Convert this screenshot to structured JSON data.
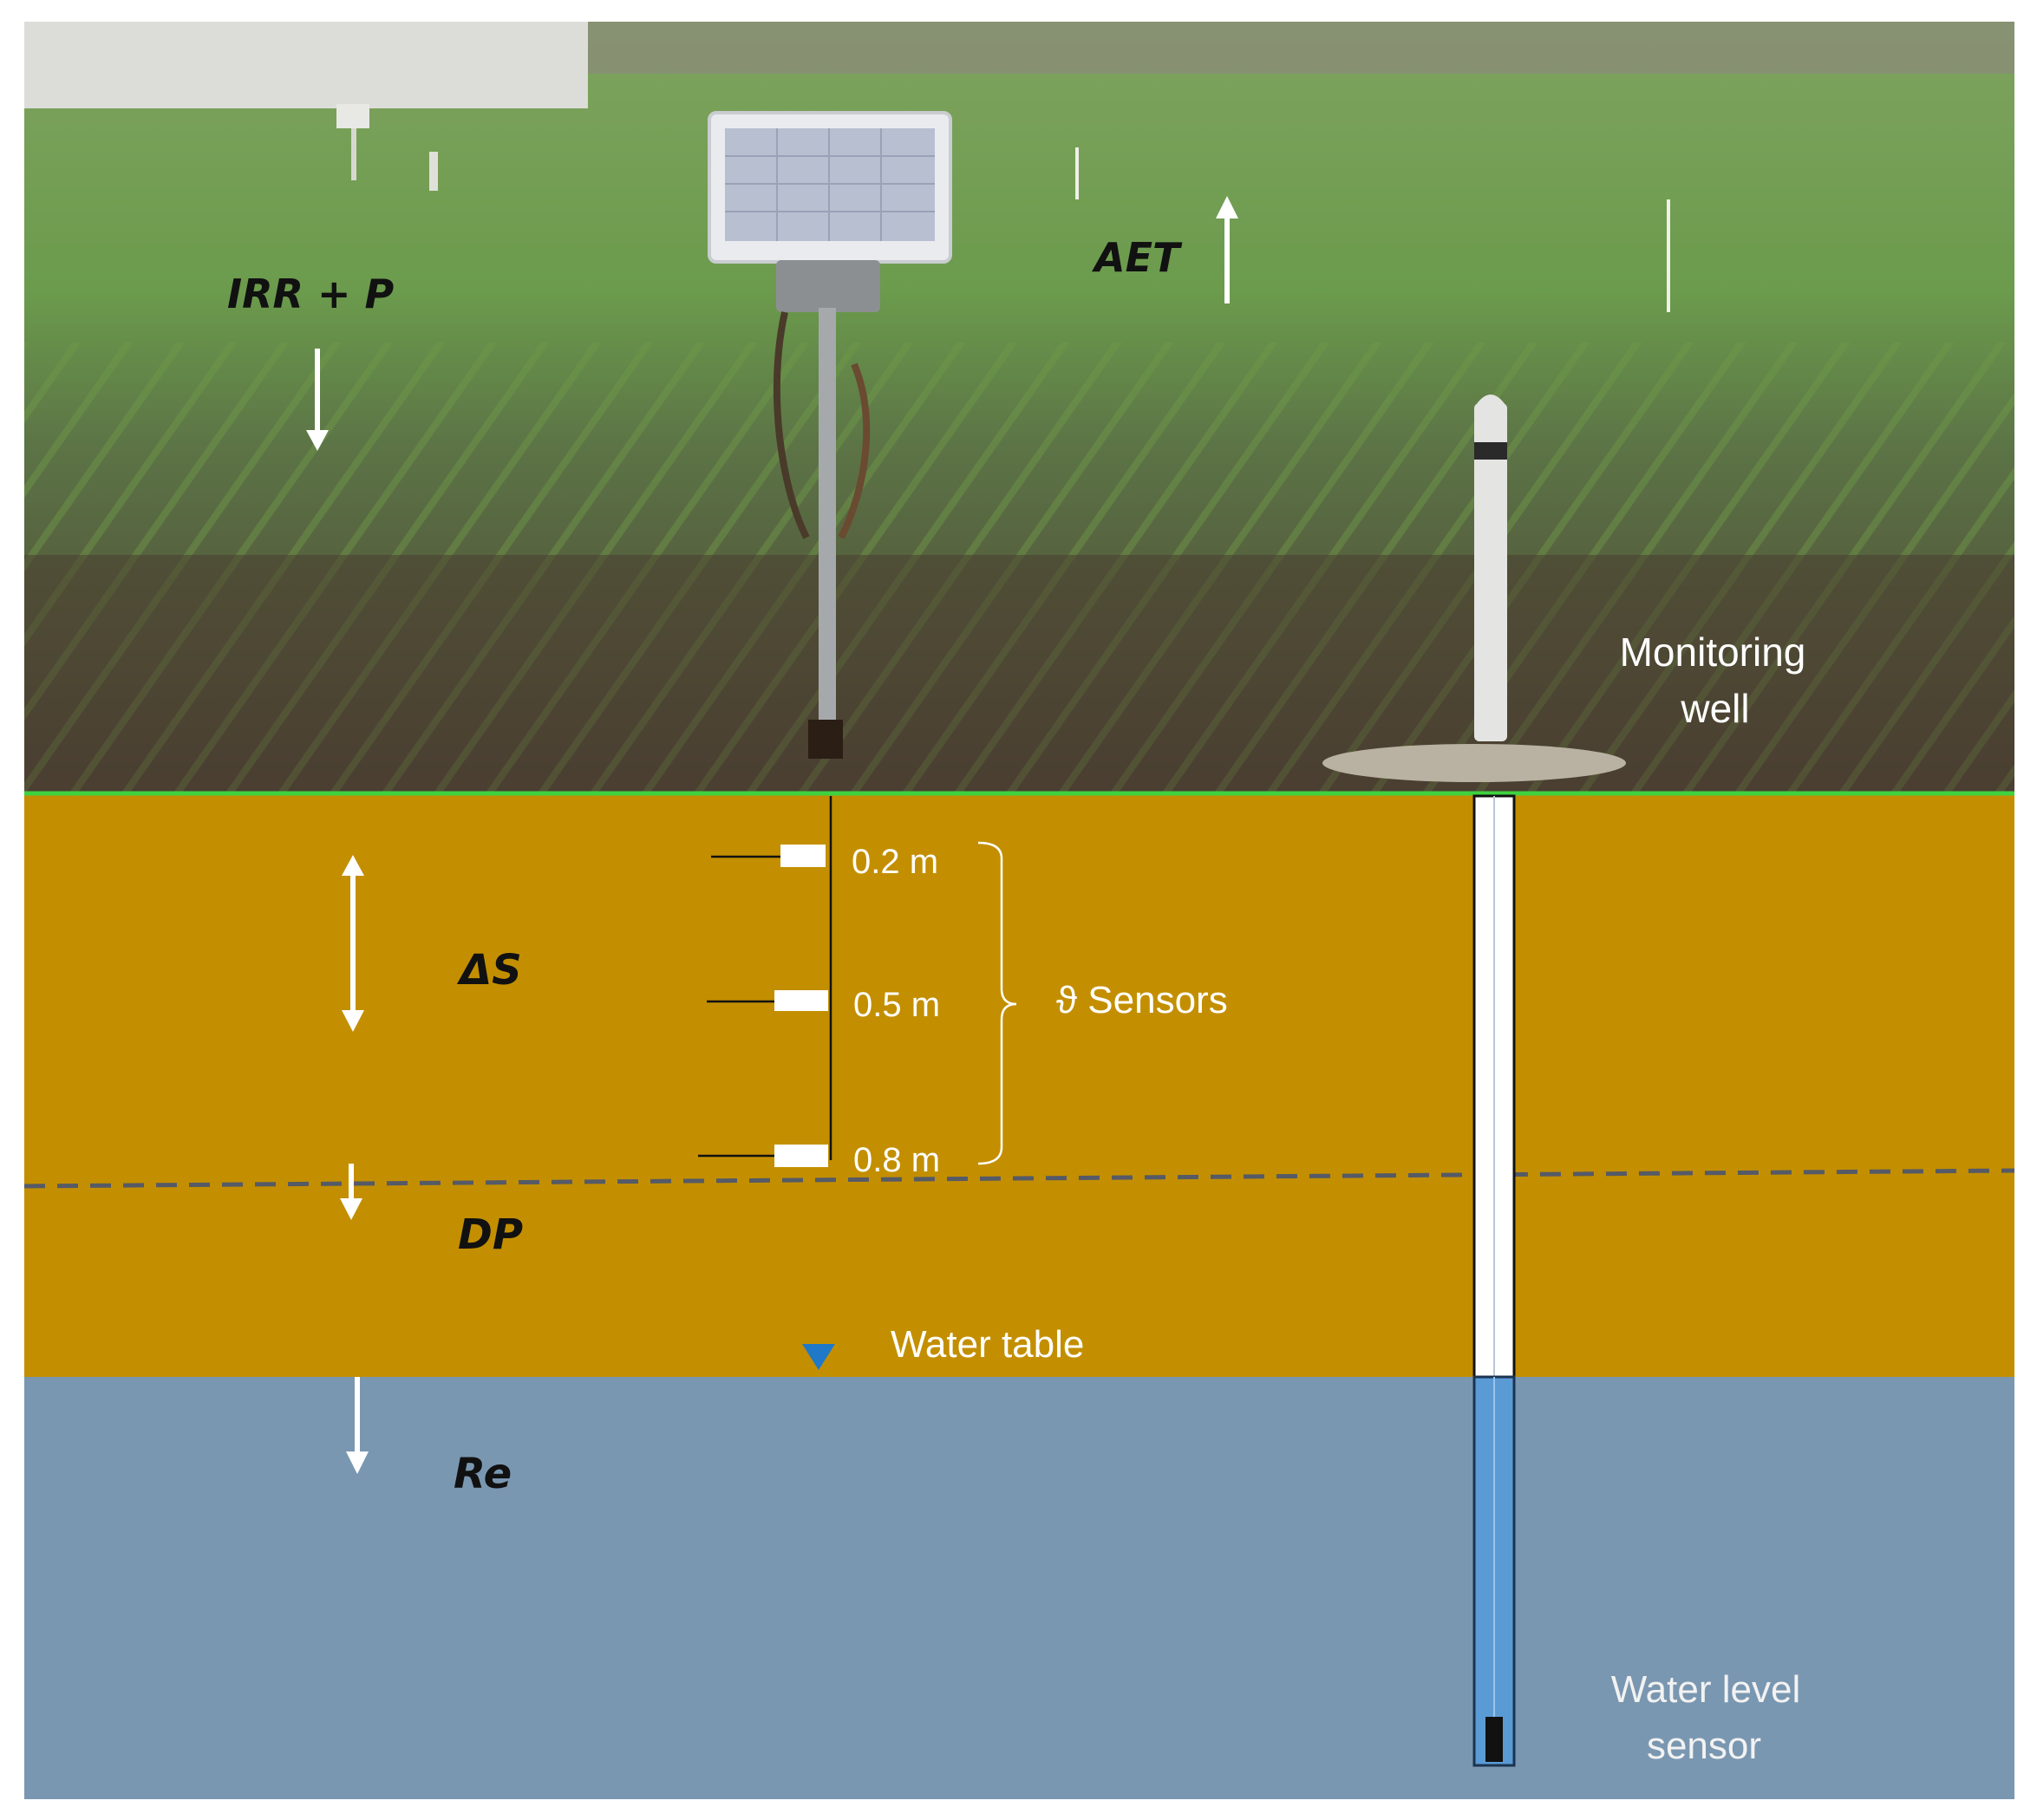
{
  "labels": {
    "irr_p": "IRR + P",
    "aet": "AET",
    "delta_s": "ΔS",
    "dp": "DP",
    "re": "Re",
    "monitoring_well_line1": "Monitoring",
    "monitoring_well_line2": "well",
    "water_table": "Water table",
    "water_level_sensor_line1": "Water level",
    "water_level_sensor_line2": "sensor",
    "sensors": "ϑ Sensors"
  },
  "sensor_depths": [
    "0.2 m",
    "0.5 m",
    "0.8 m"
  ],
  "colors": {
    "vadose_zone": "#c38f00",
    "saturated_zone": "#7a97b1",
    "ground_line": "#3fd23f",
    "water_table_marker": "#1f78c8",
    "well_water": "#5b9bd5",
    "sky_field": "#6f9a52",
    "soil": "#4b3f33"
  }
}
